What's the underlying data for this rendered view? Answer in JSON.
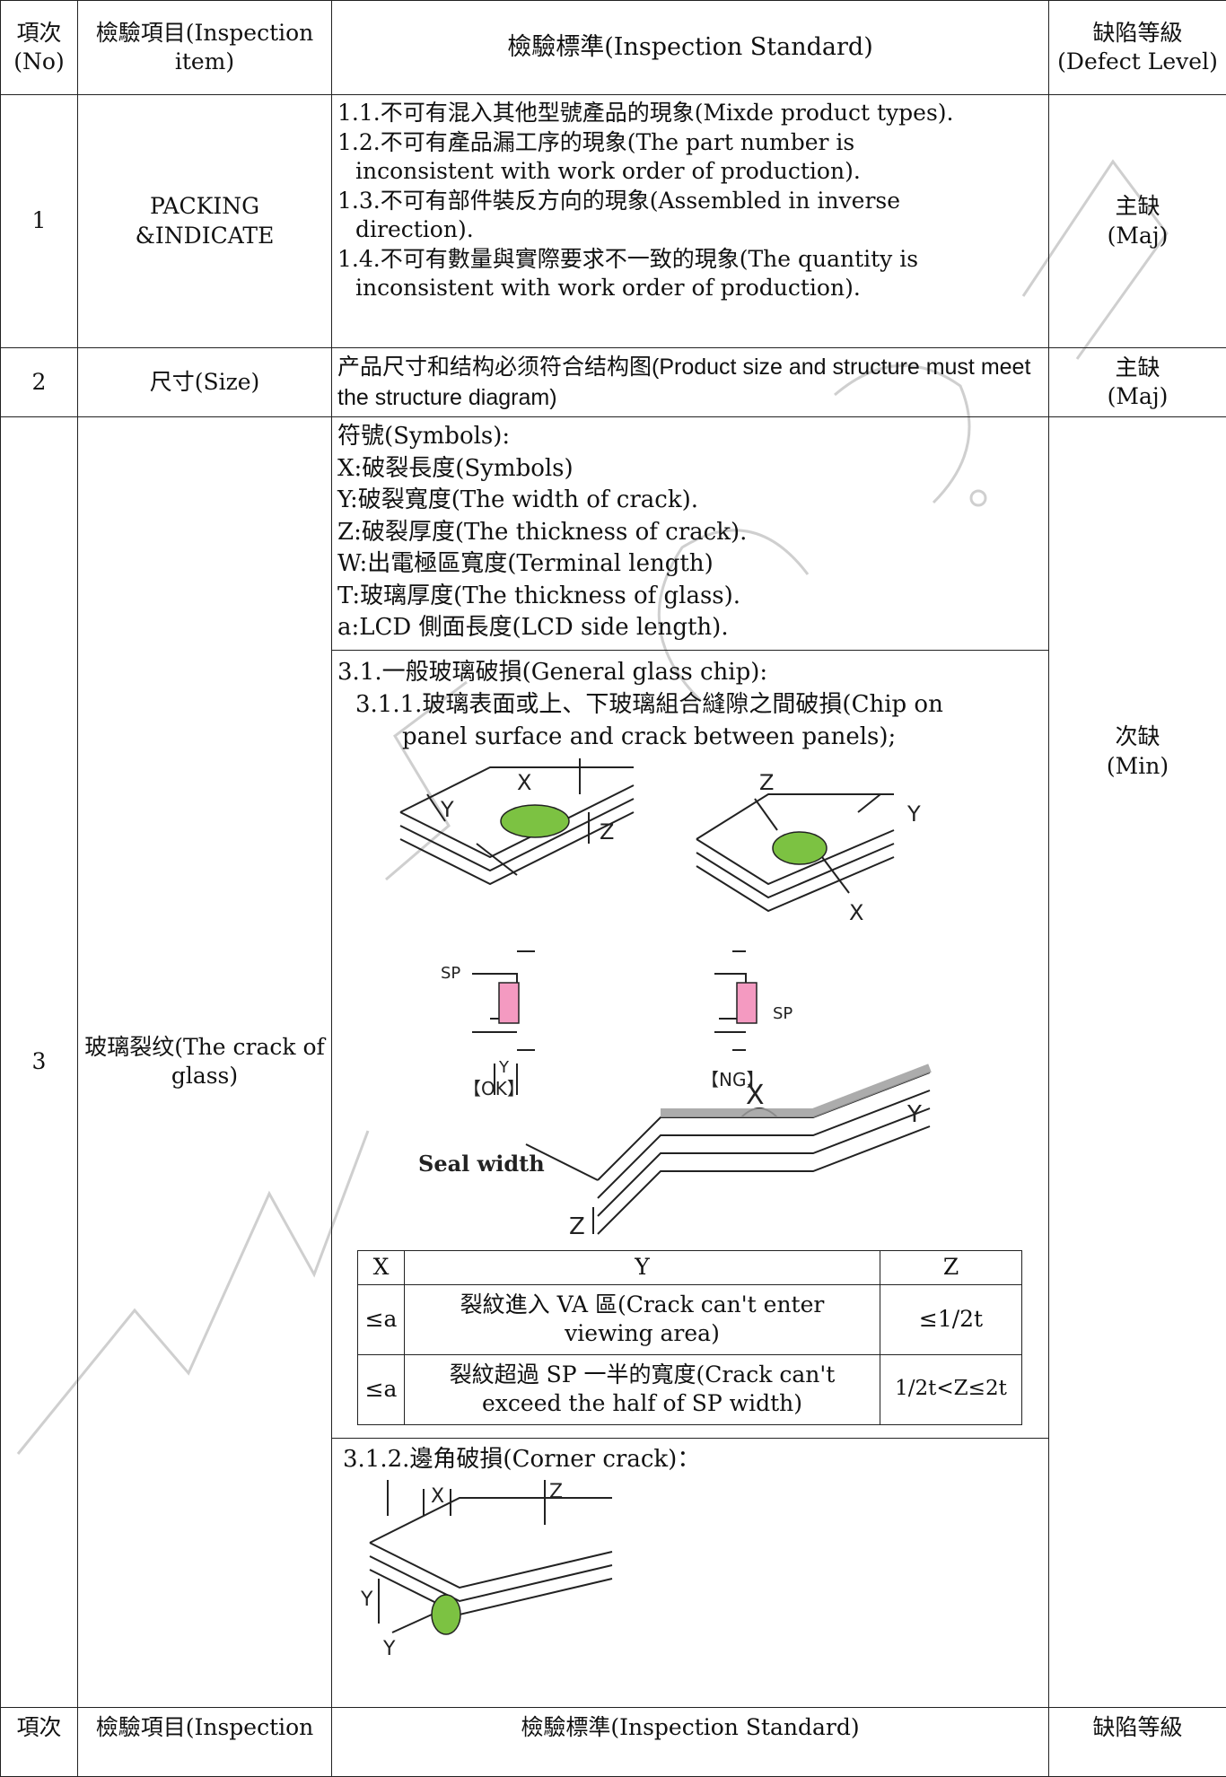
{
  "header": {
    "no": "項次\n(No)",
    "item": "檢驗項目(Inspection item)",
    "standard": "檢驗標準(Inspection Standard)",
    "defect": "缺陷等級\n(Defect Level)"
  },
  "rows": [
    {
      "no": "1",
      "item": "PACKING\n&INDICATE",
      "lines": [
        "1.1.不可有混入其他型號產品的現象(Mixde product types).",
        "1.2.不可有產品漏工序的現象(The part number is",
        "inconsistent with work order of production).",
        "1.3.不可有部件裝反方向的現象(Assembled in inverse",
        "direction).",
        "1.4.不可有數量與實際要求不一致的現象(The quantity is",
        "inconsistent with work order of production)."
      ],
      "defect": "主缺\n(Maj)"
    },
    {
      "no": "2",
      "item": "尺寸(Size)",
      "line_cn": "产品尺寸和结构必须符合结构图",
      "line_en": "(Product size and structure must meet the structure diagram)",
      "defect": "主缺\n(Maj)"
    },
    {
      "no": "3",
      "item": "玻璃裂纹(The crack of glass)",
      "symbols": [
        "符號(Symbols):",
        "X:破裂長度(Symbols)",
        "Y:破裂寬度(The width of crack).",
        "Z:破裂厚度(The thickness of crack).",
        "W:出電極區寬度(Terminal length)",
        "T:玻璃厚度(The thickness of glass).",
        "a:LCD 側面長度(LCD side length)."
      ],
      "general_title": "3.1.一般玻璃破損(General glass chip):",
      "sub1_a": "3.1.1.玻璃表面或上、下玻璃組合縫隙之間破損(Chip on",
      "sub1_b": "panel surface and crack between panels);",
      "fig_labels": {
        "ok": "【OK】",
        "ng": "【NG】",
        "sp": "SP",
        "seal": "Seal width",
        "x": "X",
        "y": "Y",
        "z": "Z"
      },
      "table_headers": [
        "X",
        "Y",
        "Z"
      ],
      "table_rows": [
        [
          "≤a",
          "裂紋進入 VA 區(Crack can't enter viewing area)",
          "≤1/2t"
        ],
        [
          "≤a",
          "裂紋超過 SP 一半的寬度(Crack can't exceed the half of SP width)",
          "1/2t<Z≤2t"
        ]
      ],
      "corner_title": "3.1.2.邊角破損(Corner crack)：",
      "defect": "次缺\n(Min)"
    }
  ],
  "footer": {
    "no": "項次",
    "item": "檢驗項目(Inspection",
    "standard": "檢驗標準(Inspection Standard)",
    "defect": "缺陷等級"
  },
  "colors": {
    "crack": "#7cc242",
    "sp": "#f49ac1",
    "watermark": "#9a9a9a"
  }
}
